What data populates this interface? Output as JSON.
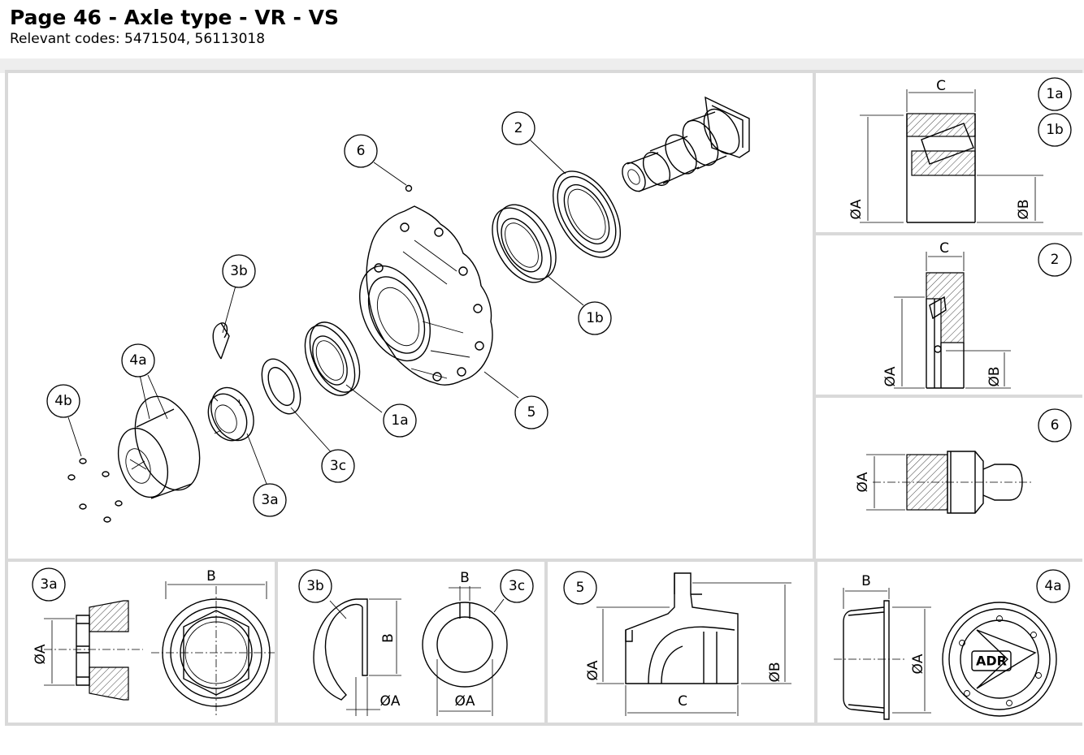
{
  "header": {
    "title": "Page 46 - Axle type - VR - VS",
    "subtitle": "Relevant codes: 5471504, 56113018"
  },
  "main_drawing": {
    "callouts": [
      "2",
      "6",
      "3b",
      "4a",
      "4b",
      "3a",
      "3c",
      "1a",
      "1b",
      "5"
    ]
  },
  "detail_panels": {
    "bearing": {
      "callouts": [
        "1a",
        "1b"
      ],
      "dims": [
        "C",
        "ØA",
        "ØB"
      ]
    },
    "seal": {
      "callout": "2",
      "dims": [
        "C",
        "ØA",
        "ØB"
      ]
    },
    "grease_nipple": {
      "callout": "6",
      "dims": [
        "ØA"
      ]
    },
    "nut": {
      "callout": "3a",
      "dims": [
        "B",
        "ØA"
      ]
    },
    "clip_washer": {
      "callouts": [
        "3b",
        "3c"
      ],
      "dims": [
        "B",
        "B",
        "ØA",
        "ØA"
      ]
    },
    "hub": {
      "callout": "5",
      "dims": [
        "ØA",
        "ØB",
        "C"
      ]
    },
    "hub_cap": {
      "callout": "4a",
      "dims": [
        "B",
        "ØA"
      ],
      "logo_text": "ADR"
    }
  }
}
